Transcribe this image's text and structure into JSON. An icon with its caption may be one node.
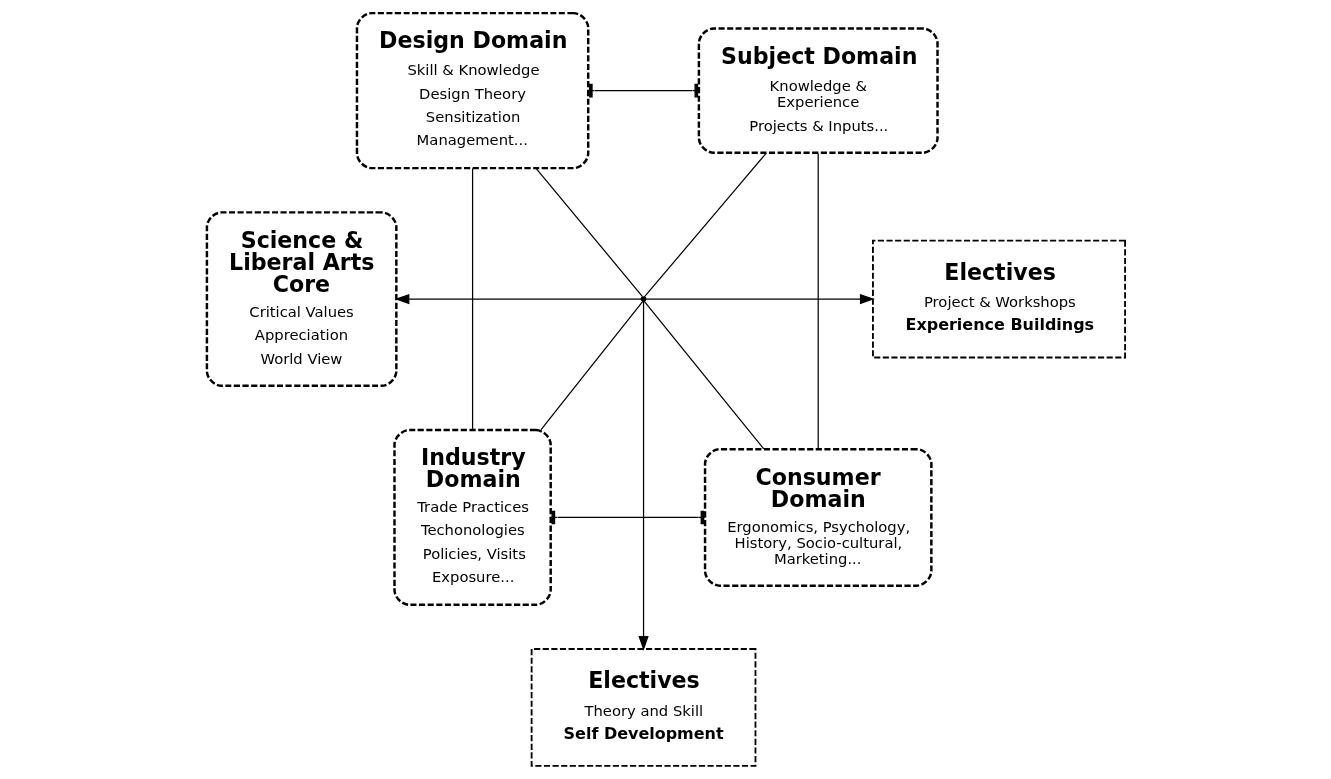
{
  "diagram": {
    "nodes": [
      {
        "text": [
          "Science & Liberal Arts Core",
          "Critical Values",
          "Appreciation",
          "World View"
        ]
      },
      {
        "text": [
          "Design Domain",
          "Skill & Knowledge",
          "Design Theory",
          "Sensitization",
          "Management..."
        ]
      },
      {
        "text": [
          "Subject Domain",
          "Knowledge & Experience",
          "Projects & Inputs..."
        ]
      },
      {
        "text": [],
        "shape": "point"
      },
      {
        "text": [
          "Industry Domain",
          "Trade Practices",
          "Techonologies",
          "Policies, Visits",
          "Exposure..."
        ]
      },
      {
        "text": [
          "Consumer Domain",
          "Ergonomics, Psychology, History, Socio-cultural, Marketing..."
        ]
      },
      {
        "text": [
          "Electives",
          "Project & Workshops",
          "Experience Buildings"
        ]
      },
      {
        "text": [
          "Electives",
          "Theory and Skill",
          "Self Development"
        ]
      }
    ],
    "edges": [
      {
        "from": 3,
        "to": 0,
        "arrow": "to"
      },
      {
        "from": 3,
        "to": 6,
        "arrow": "to"
      },
      {
        "from": 3,
        "to": 7,
        "arrow": "to"
      },
      {
        "from": 1,
        "to": 2,
        "arrow": "other"
      },
      {
        "from": 4,
        "to": 5,
        "arrow": "other"
      },
      {
        "from": 1,
        "to": 4,
        "arrow": "none"
      },
      {
        "from": 2,
        "to": 5,
        "arrow": "none"
      },
      {
        "from": 3,
        "to": 1,
        "arrow": "none"
      },
      {
        "from": 3,
        "to": 2,
        "arrow": "none"
      },
      {
        "from": 3,
        "to": 4,
        "arrow": "none"
      },
      {
        "from": 3,
        "to": 5,
        "arrow": "none"
      }
    ]
  }
}
